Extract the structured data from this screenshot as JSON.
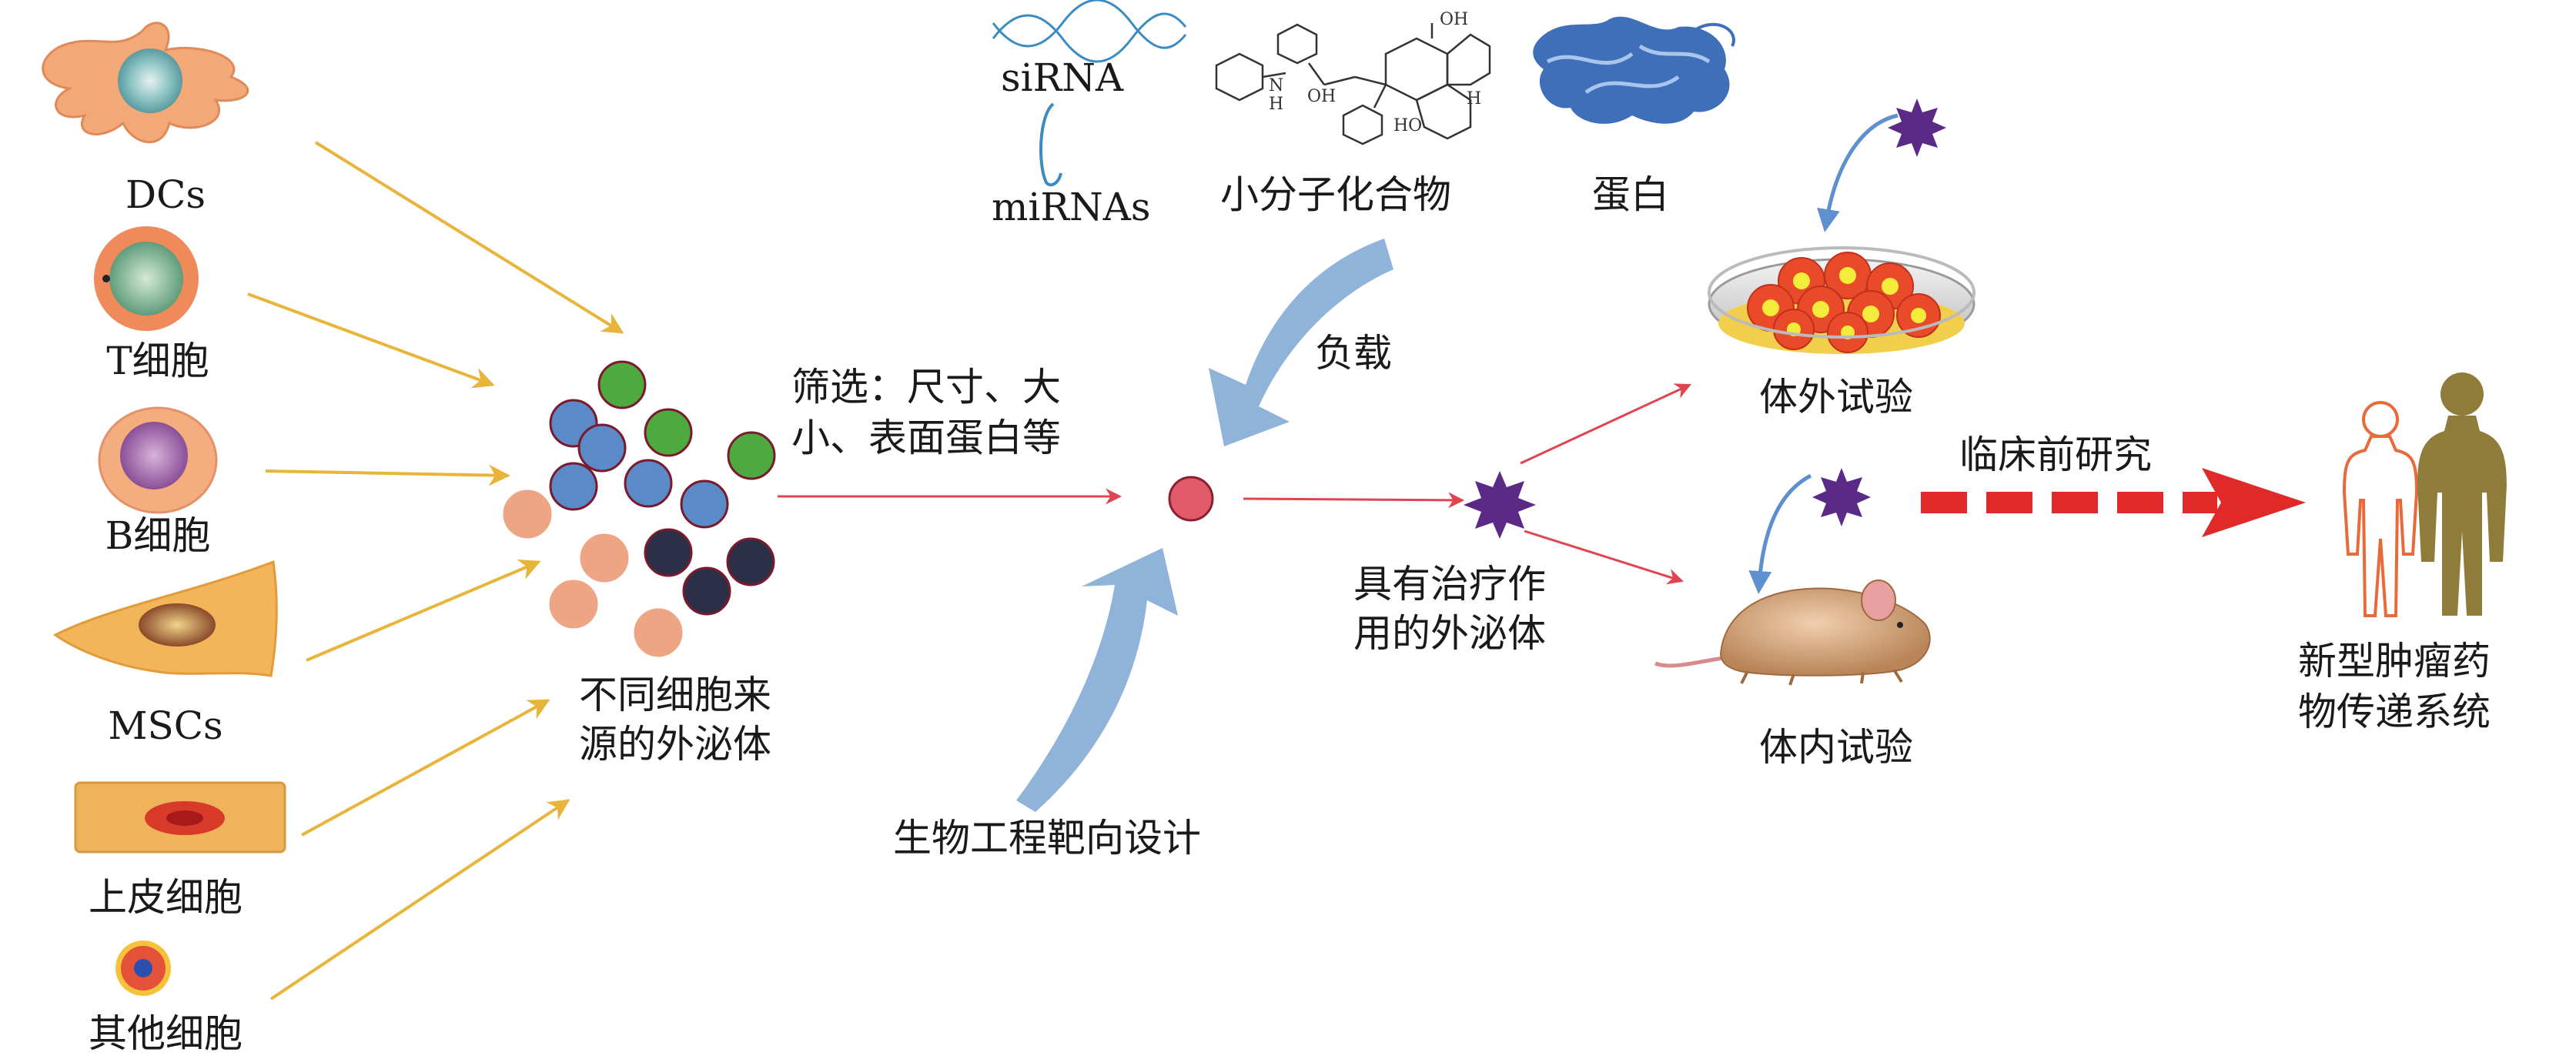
{
  "source_cells": {
    "dcs": "DCs",
    "t_cell": "T细胞",
    "b_cell": "B细胞",
    "mscs": "MSCs",
    "epithelial": "上皮细胞",
    "other": "其他细胞"
  },
  "exosome_cluster_label_1": "不同细胞来",
  "exosome_cluster_label_2": "源的外泌体",
  "screening_label_1": "筛选：尺寸、大",
  "screening_label_2": "小、表面蛋白等",
  "cargo": {
    "sirna": "siRNA",
    "mirnas": "miRNAs",
    "small_molecule": "小分子化合物",
    "protein": "蛋白"
  },
  "loading_label": "负载",
  "bioengineering_label": "生物工程靶向设计",
  "therapeutic_exosome_label_1": "具有治疗作",
  "therapeutic_exosome_label_2": "用的外泌体",
  "in_vitro_label": "体外试验",
  "in_vivo_label": "体内试验",
  "preclinical_label": "临床前研究",
  "final_label_1": "新型肿瘤药",
  "final_label_2": "物传递系统",
  "colors": {
    "yellow_arrow": "#e9b43a",
    "red_arrow": "#e04450",
    "blue_arrow": "#8fb3d9",
    "exosome_pink": "#e25b6b",
    "star_purple": "#5b2a86",
    "dashed_arrow_red": "#e02a2a"
  }
}
